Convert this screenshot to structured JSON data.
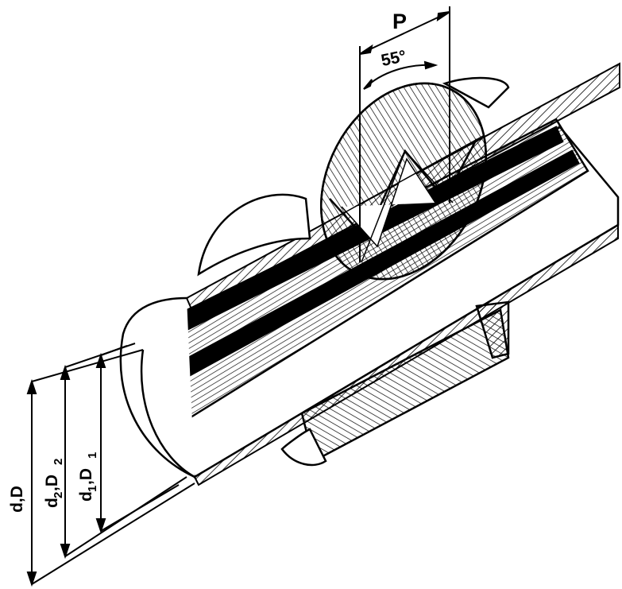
{
  "labels": {
    "pitch": "P",
    "angle": "55°",
    "major": {
      "main": "d,D"
    },
    "pitch_diameter": {
      "a": "d",
      "a_sub": "2",
      "sep": ",D",
      "b_sub": "2"
    },
    "minor": {
      "a": "d",
      "a_sub": "1",
      "sep": ",D",
      "b_sub": "1"
    }
  },
  "colors": {
    "ink": "#000000",
    "paper": "#ffffff"
  }
}
